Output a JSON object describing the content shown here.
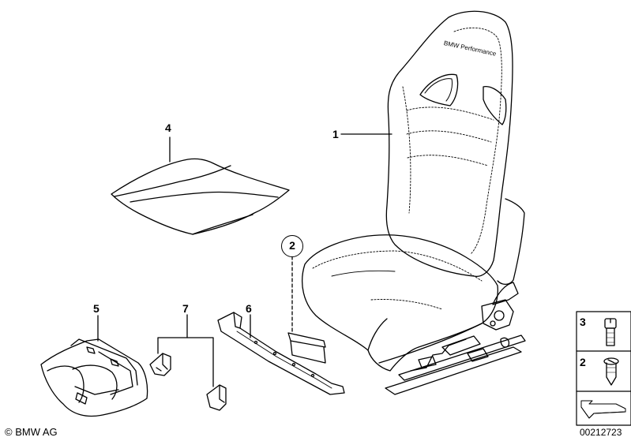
{
  "callouts": {
    "part1": "1",
    "part2": "2",
    "part4": "4",
    "part5": "5",
    "part6": "6",
    "part7": "7"
  },
  "seat_branding": "BMW Performance",
  "legend": {
    "item3": "3",
    "item2": "2"
  },
  "footer": {
    "copyright": "© BMW AG",
    "document_number": "00212723"
  }
}
